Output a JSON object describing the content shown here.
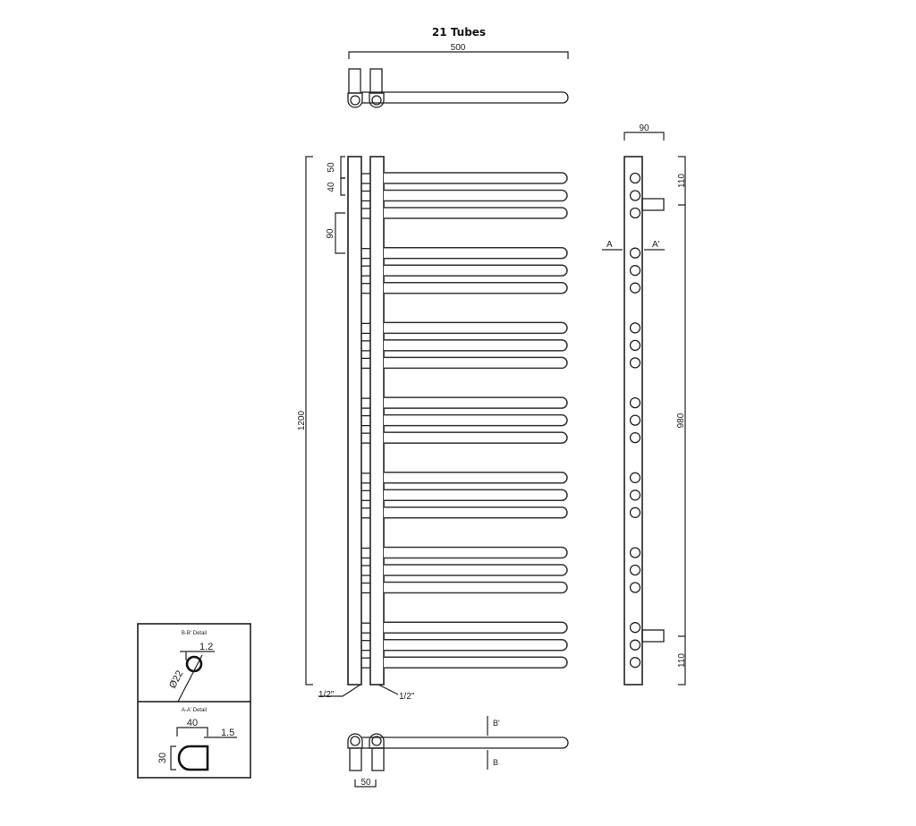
{
  "title": "21 Tubes",
  "top_view": {
    "width_label": "500"
  },
  "front_view": {
    "height_label": "1200",
    "top_gap_label": "50",
    "tube_pitch_label": "40",
    "group_gap_label": "90",
    "connection_left_label": "1/2\"",
    "connection_right_label": "1/2\"",
    "tube_count": 21,
    "groups": 7,
    "tubes_per_group": 3
  },
  "side_view": {
    "depth_label": "90",
    "top_offset_label": "110",
    "center_distance_label": "980",
    "bottom_offset_label": "110",
    "section_a_label": "A",
    "section_a_prime_label": "A'"
  },
  "bottom_view": {
    "pitch_label": "50",
    "section_b_label": "B",
    "section_b_prime_label": "B'"
  },
  "details": {
    "bb": {
      "title": "B-B' Detail",
      "wall_label": "1.2",
      "diameter_label": "Ø22"
    },
    "aa": {
      "title": "A-A' Detail",
      "width_label": "40",
      "wall_label": "1.5",
      "height_label": "30"
    }
  },
  "colors": {
    "line": "#222222",
    "background": "#ffffff"
  }
}
